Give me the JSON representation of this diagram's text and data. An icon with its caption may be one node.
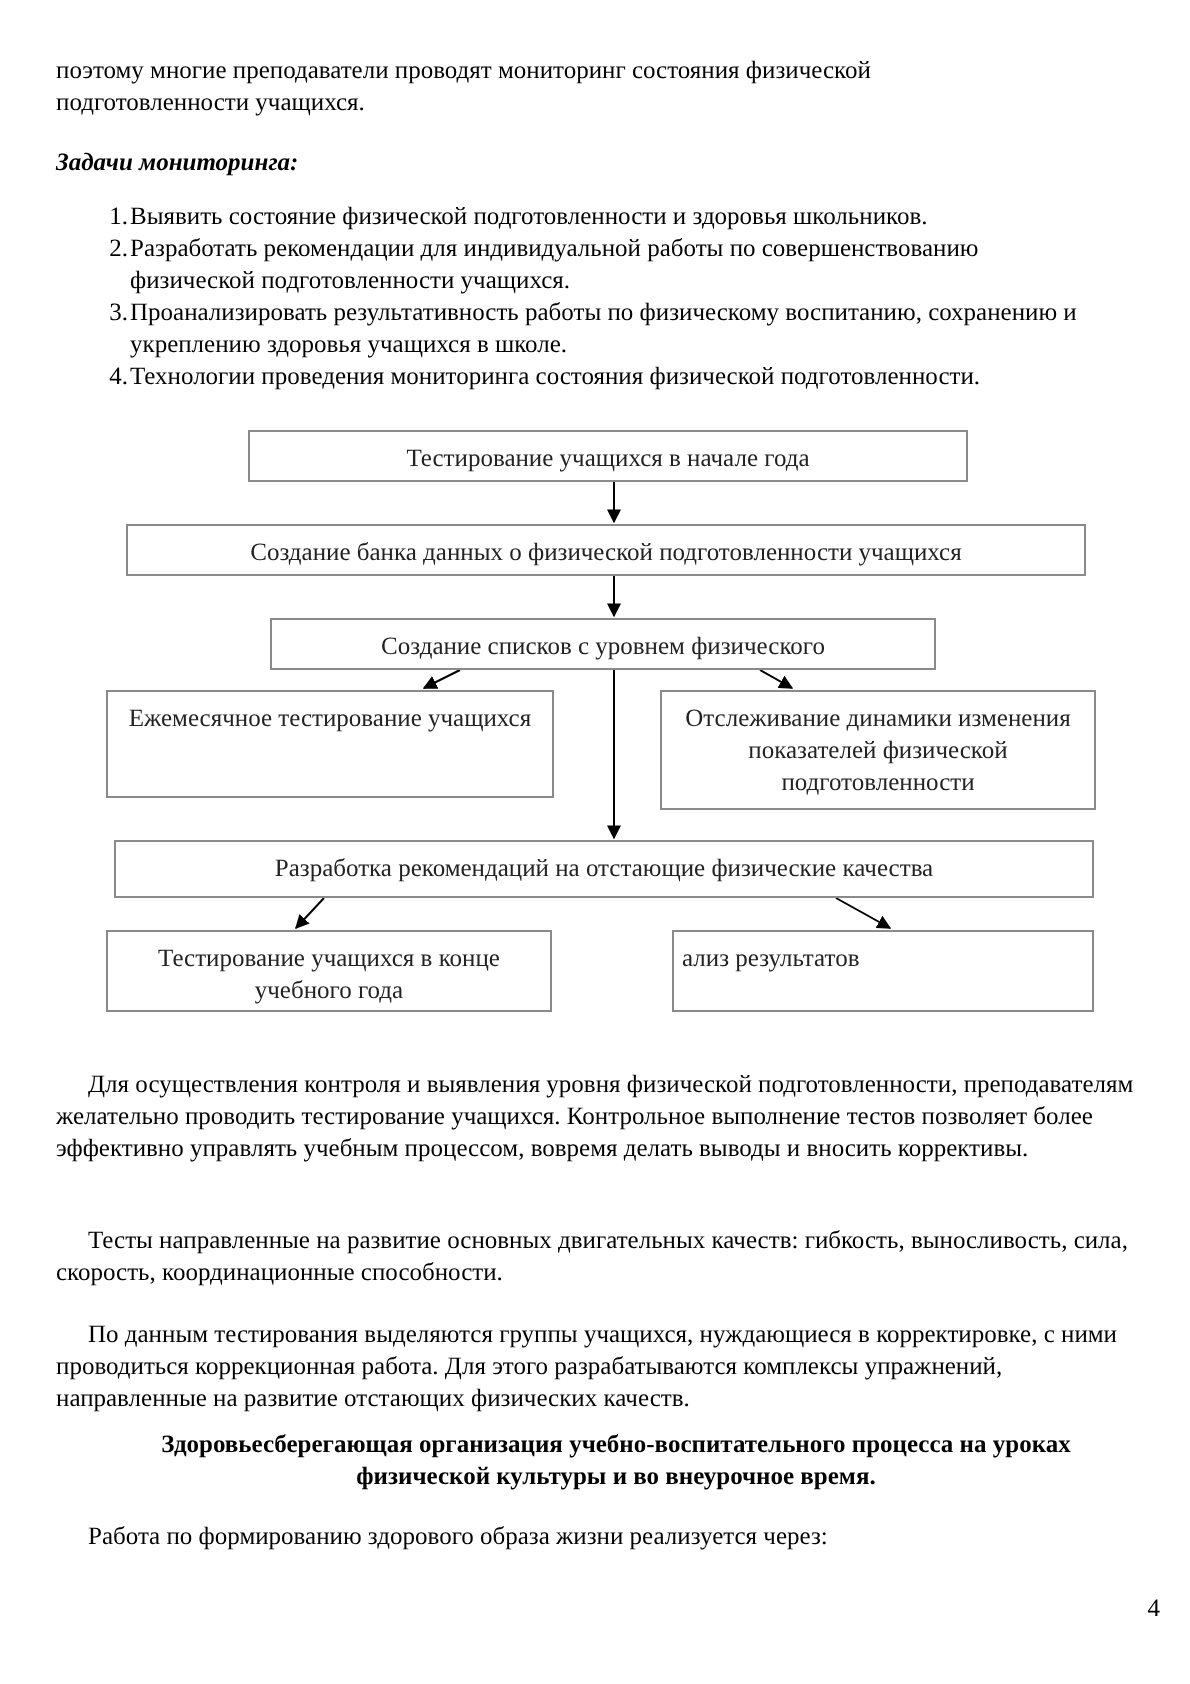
{
  "diagram": {
    "nodes": [
      {
        "text": [
          "Тестирование учащихся в начале года"
        ]
      },
      {
        "text": [
          "Создание банка данных о физической подготовленности учащихся"
        ]
      },
      {
        "text": [
          "Создание списков с уровнем физического"
        ]
      },
      {
        "text": [
          "Ежемесячное тестирование учащихся"
        ]
      },
      {
        "text": [
          "Отслеживание динамики изменения показателей физической подготовленности"
        ]
      },
      {
        "text": [
          "Разработка рекомендаций на отстающие физические качества"
        ]
      },
      {
        "text": [
          "Тестирование учащихся в конце учебного года"
        ]
      },
      {
        "text": [
          "ализ результатов"
        ]
      }
    ],
    "edges": [
      {
        "from": 0,
        "to": 1,
        "arrow": "to"
      },
      {
        "from": 1,
        "to": 2,
        "arrow": "to"
      },
      {
        "from": 2,
        "to": 3,
        "arrow": "to"
      },
      {
        "from": 2,
        "to": 4,
        "arrow": "to"
      },
      {
        "from": 2,
        "to": 5,
        "arrow": "to"
      },
      {
        "from": 5,
        "to": 6,
        "arrow": "to"
      },
      {
        "from": 5,
        "to": 7,
        "arrow": "to"
      }
    ],
    "labels": [
      "поэтому многие преподаватели проводят мониторинг состояния физической подготовленности учащихся.",
      "Задачи мониторинга:",
      "1.",
      "Выявить состояние физической подготовленности и здоровья школьников.",
      "2.",
      "Разработать рекомендации для индивидуальной работы по совершенствованию физической подготовленности учащихся.",
      "3.",
      "Проанализировать результативность работы по физическому воспитанию, сохранению и укреплению здоровья учащихся в школе.",
      "4.",
      "Технологии проведения мониторинга состояния физической подготовленности.",
      "Для осуществления контроля и выявления уровня физической подготовленности, преподавателям желательно проводить тестирование учащихся. Контрольное выполнение тестов позволяет более эффективно управлять учебным процессом, вовремя делать выводы и вносить коррективы.",
      "Тесты направленные на развитие основных двигательных качеств: гибкость, выносливость, сила, скорость, координационные способности.",
      "По данным тестирования выделяются группы учащихся, нуждающиеся в корректировке, с ними проводиться коррекционная работа. Для этого разрабатываются комплексы упражнений, направленные на развитие отстающих физических качеств.",
      "Здоровьесберегающая организация учебно-воспитательного процесса на уроках физической культуры и во внеурочное время.",
      "Работа по формированию здорового образа жизни реализуется через:",
      "4"
    ]
  }
}
